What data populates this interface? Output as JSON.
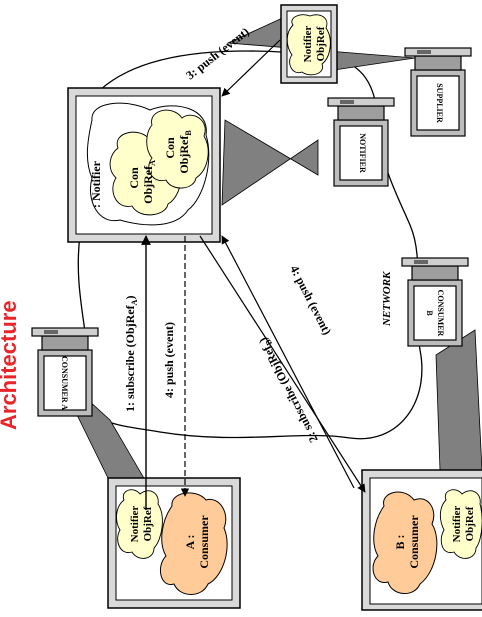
{
  "title": "Architecture",
  "computers": {
    "consumer_a": "CONSUMER A",
    "consumer_b_line1": "CONSUMER",
    "consumer_b_line2": "B",
    "notifier": "NOTIFIER",
    "supplier": "SUPPLIER"
  },
  "notifier_box": {
    "label": ": Notifier",
    "con_a_line1": "Con",
    "con_a_line2": "ObjRef",
    "con_a_sub": "A",
    "con_b_line1": "Con",
    "con_b_line2": "ObjRef",
    "con_b_sub": "B"
  },
  "supplier_box": {
    "line1": "Notifier",
    "line2": "ObjRef"
  },
  "consumer_a_box": {
    "objref_line1": "Notifier",
    "objref_line2": "ObjRef",
    "consumer_line1": "A :",
    "consumer_line2": "Consumer"
  },
  "consumer_b_box": {
    "objref_line1": "Notifier",
    "objref_line2": "ObjRef",
    "consumer_line1": "B :",
    "consumer_line2": "Consumer"
  },
  "messages": {
    "m1": "1: subscribe (ObjRef",
    "m1_sub": "A",
    "m1_end": ")",
    "m2": "2: subscribe (ObjRef",
    "m2_sub": "B",
    "m2_end": ")",
    "m3": "3: push (event)",
    "m4a": "4: push (event)",
    "m4b": "4: push (event)"
  },
  "network": "NETWORK",
  "colors": {
    "cloud_yellow": "#ffffcc",
    "cloud_orange": "#ffcc99",
    "projection": "#808080",
    "monitor": "#bdbdbd",
    "title_red": "#e8252b"
  }
}
